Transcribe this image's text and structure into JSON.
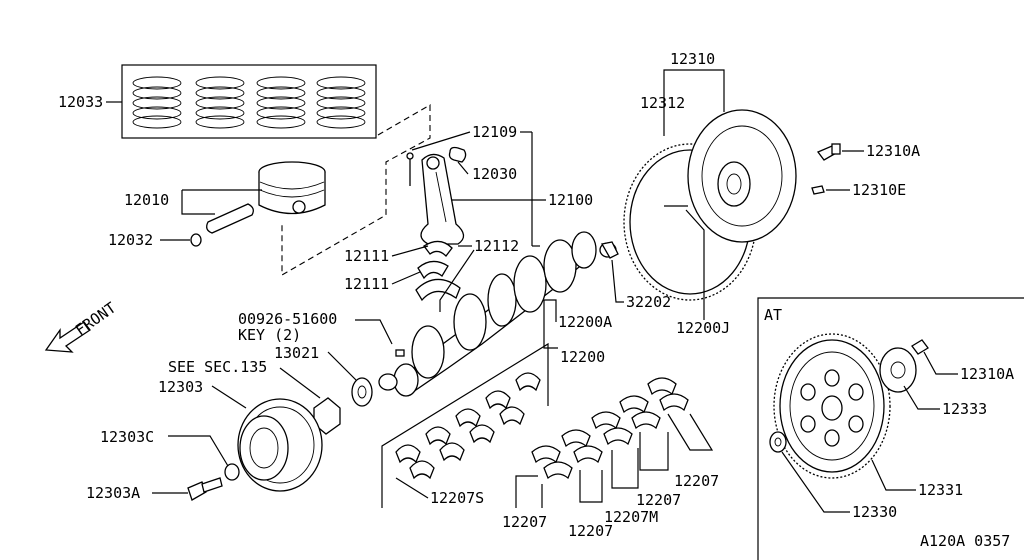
{
  "labels": {
    "p12033": "12033",
    "p12010": "12010",
    "p12032": "12032",
    "p12109": "12109",
    "p12030": "12030",
    "p12100": "12100",
    "p12111a": "12111",
    "p12111b": "12111",
    "p12112": "12112",
    "p00926": "00926-51600",
    "key": "KEY (2)",
    "p13021": "13021",
    "seesec": "SEE SEC.135",
    "p12303": "12303",
    "p12303c": "12303C",
    "p12303a": "12303A",
    "p12207s": "12207S",
    "p12207a": "12207",
    "p12207b": "12207",
    "p12207m": "12207M",
    "p12207c": "12207",
    "p12207d": "12207",
    "p12200": "12200",
    "p12200a": "12200A",
    "p32202": "32202",
    "p12200j": "12200J",
    "p12310": "12310",
    "p12312": "12312",
    "p12310a": "12310A",
    "p12310e": "12310E",
    "at": "AT",
    "p12310a_at": "12310A",
    "p12333": "12333",
    "p12331": "12331",
    "p12330": "12330",
    "front": "FRONT",
    "code": "A120A 0357"
  },
  "icons": {
    "front_arrow": "front-arrow-icon"
  }
}
